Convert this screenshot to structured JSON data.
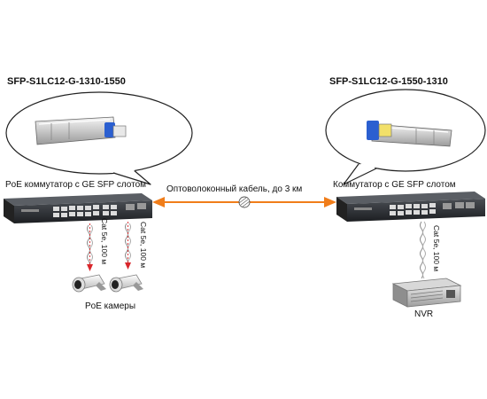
{
  "left_module": {
    "title": "SFP-S1LC12-G-1310-1550"
  },
  "right_module": {
    "title": "SFP-S1LC12-G-1550-1310"
  },
  "left_switch": {
    "label": "PoE коммутатор с GE SFP слотом"
  },
  "right_switch": {
    "label": "Коммутатор с GE SFP слотом"
  },
  "fiber_link": {
    "label": "Оптоволоконный кабель, до   3 км",
    "color": "#f07d1a"
  },
  "cables": {
    "cam1": "Cat 5e, 100 м",
    "cam2": "Cat 5e, 100 м",
    "nvr": "Cat 5e, 100 м"
  },
  "cameras": {
    "label": "PoE камеры"
  },
  "nvr": {
    "label": "NVR"
  },
  "colors": {
    "cable_arrow": "#d9262b",
    "sfp_latch": "#2b5fd0",
    "switch_body": "#2a2d31"
  }
}
